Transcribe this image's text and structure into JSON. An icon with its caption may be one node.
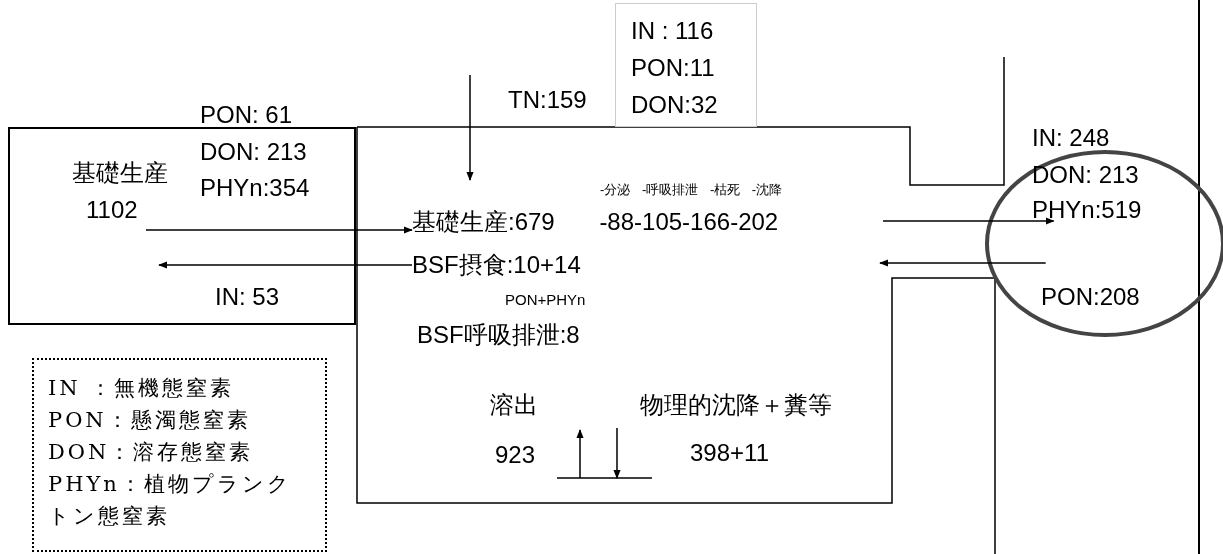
{
  "diagram": {
    "nodes": [
      {
        "text": [
          "基礎生産",
          "1102"
        ]
      },
      {
        "text": [
          "IN : 116",
          "PON:11",
          "DON:32"
        ]
      },
      {
        "text": [
          "基礎生産:679 -88-105-166-202"
        ]
      },
      {
        "text": [
          "BSF摂食:10+14"
        ]
      },
      {
        "text": [
          "PON:208"
        ]
      },
      {
        "text": [
          "IN ：無機態窒素",
          "PON：懸濁態窒素",
          "DON：溶存態窒素",
          "PHYn：植物プランクトン態窒素"
        ]
      }
    ],
    "edges": [
      {
        "from": 0,
        "to": 2,
        "arrow": "to"
      },
      {
        "from": 3,
        "to": 0,
        "arrow": "to"
      },
      {
        "from": null,
        "to": 4,
        "arrow": "to"
      },
      {
        "from": 4,
        "to": null,
        "arrow": "to"
      },
      {
        "from": null,
        "to": 2,
        "arrow": "to"
      }
    ],
    "labels": [
      "TN:159",
      "PON: 61",
      "IN: 248",
      "DON: 213",
      "DON: 213",
      "PHYn:354",
      "PHYn:519",
      "-分泌 -呼吸排泄 -枯死 -沈降",
      "IN: 53",
      "PON+PHYn",
      "BSF呼吸排泄:8",
      "溶出",
      "物理的沈降＋糞等",
      "923",
      "398+11"
    ]
  }
}
